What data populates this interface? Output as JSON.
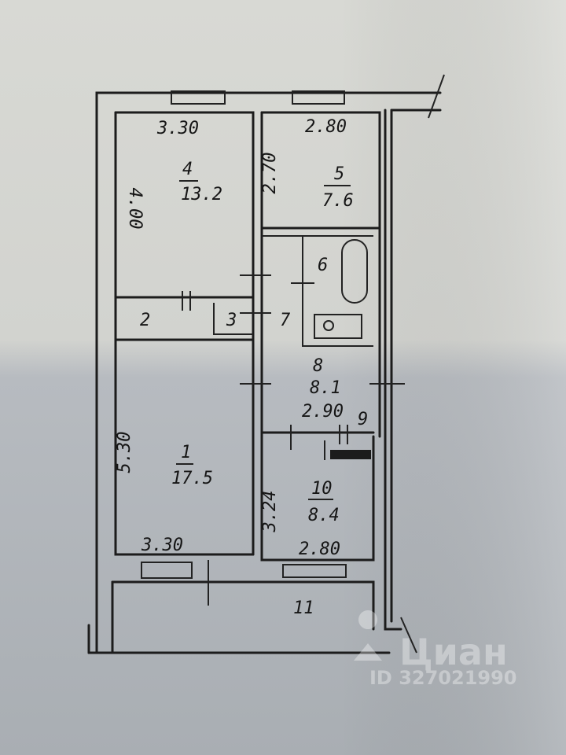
{
  "rooms": [
    {
      "number": "4",
      "area": "13.2",
      "width": "3.30",
      "length": "4.00"
    },
    {
      "number": "5",
      "area": "7.6",
      "width": "2.80",
      "length": "2.70"
    },
    {
      "number": "6"
    },
    {
      "number": "2"
    },
    {
      "number": "3"
    },
    {
      "number": "7"
    },
    {
      "number": "8",
      "area": "8.1"
    },
    {
      "number": "9",
      "width": "2.90"
    },
    {
      "number": "1",
      "area": "17.5",
      "width": "3.30",
      "length": "5.30"
    },
    {
      "number": "10",
      "area": "8.4",
      "width": "2.80",
      "length": "3.24"
    },
    {
      "number": "11"
    }
  ],
  "watermark": {
    "brand": "Циан",
    "id": "ID 327021990"
  },
  "colors": {
    "paper": "#d6d7d2",
    "shadow": "#aeb3b8",
    "ink": "#1c1c1c"
  }
}
